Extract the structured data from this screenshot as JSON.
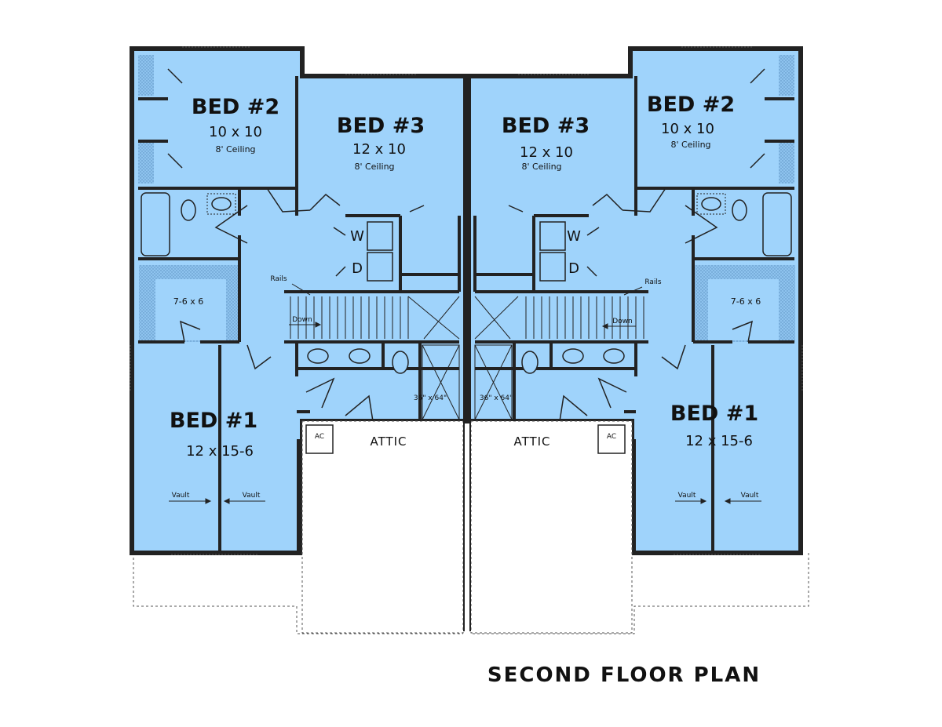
{
  "title": "SECOND FLOOR PLAN",
  "colors": {
    "room_fill": "#9fd3fb",
    "wall": "#222222",
    "closet_hatch": "#7fb4e0",
    "attic_fill": "#ffffff"
  },
  "left": {
    "bed2": {
      "name": "BED #2",
      "size": "10 x 10",
      "ceiling": "8' Ceiling"
    },
    "bed3": {
      "name": "BED #3",
      "size": "12 x 10",
      "ceiling": "8' Ceiling"
    },
    "bed1": {
      "name": "BED #1",
      "size": "12 x 15-6",
      "vault_left": "Vault",
      "vault_right": "Vault"
    },
    "closet": "7-6 x 6",
    "rails": "Rails",
    "down": "Down",
    "washer": "W",
    "dryer": "D",
    "attic_hatch": "36\" x 64\"",
    "ac": "AC",
    "attic": "ATTIC"
  },
  "right": {
    "bed2": {
      "name": "BED #2",
      "size": "10 x 10",
      "ceiling": "8' Ceiling"
    },
    "bed3": {
      "name": "BED #3",
      "size": "12 x 10",
      "ceiling": "8' Ceiling"
    },
    "bed1": {
      "name": "BED #1",
      "size": "12 x 15-6",
      "vault_left": "Vault",
      "vault_right": "Vault"
    },
    "closet": "7-6 x 6",
    "rails": "Rails",
    "down": "Down",
    "washer": "W",
    "dryer": "D",
    "attic_hatch": "36\" x 64\"",
    "ac": "AC",
    "attic": "ATTIC"
  }
}
